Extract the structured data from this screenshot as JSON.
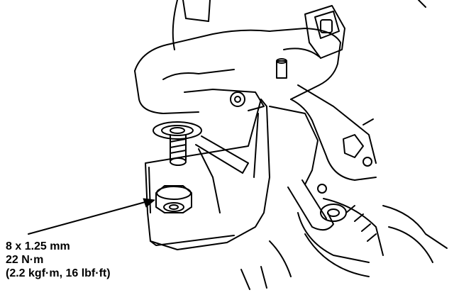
{
  "callout": {
    "size": "8 x 1.25 mm",
    "torque_nm": "22 N·m",
    "torque_alt": "(2.2 kgf·m, 16 lbf·ft)"
  },
  "colors": {
    "line": "#000000",
    "paper": "#ffffff"
  },
  "parts": [
    "nut-icon",
    "bolt-icon",
    "washer-icon",
    "bracket-icon",
    "hose-icon"
  ]
}
